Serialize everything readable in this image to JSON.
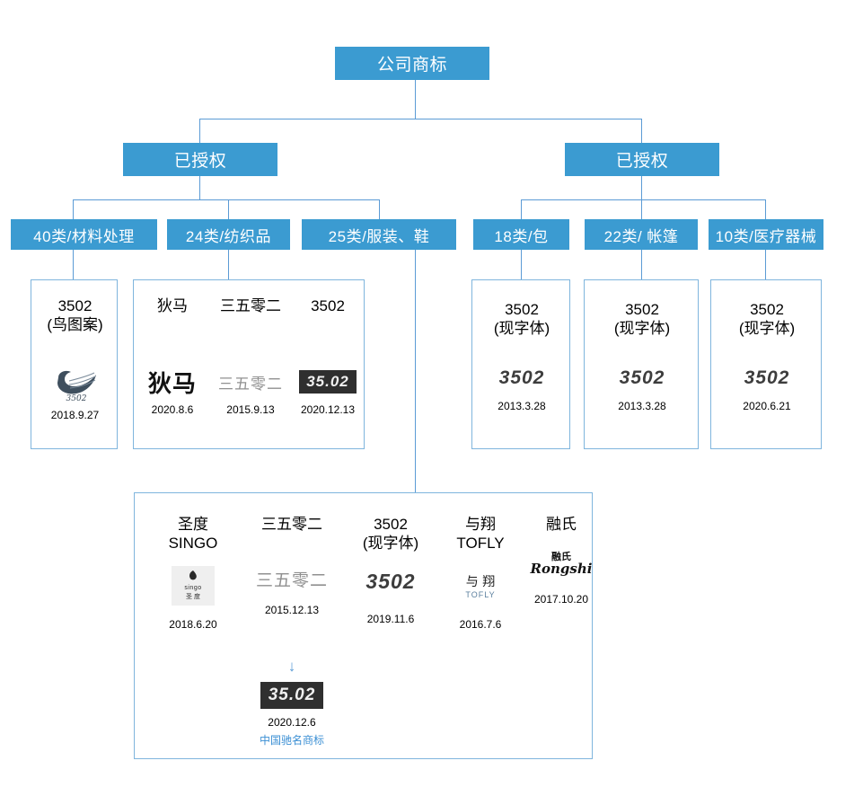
{
  "root": {
    "label": "公司商标"
  },
  "branches": [
    {
      "name": "branch-left",
      "label": "已授权"
    },
    {
      "name": "branch-right",
      "label": "已授权"
    }
  ],
  "classes": [
    {
      "key": "c40",
      "label": "40类/材料处理"
    },
    {
      "key": "c24",
      "label": "24类/纺织品"
    },
    {
      "key": "c25",
      "label": "25类/服装、鞋"
    },
    {
      "key": "c18",
      "label": "18类/包"
    },
    {
      "key": "c22",
      "label": "22类/ 帐篷"
    },
    {
      "key": "c10",
      "label": "10类/医疗器械"
    }
  ],
  "cards": {
    "card40": {
      "marks": [
        {
          "title": "3502\n(鸟图案)",
          "logo": "bird-feather-3502-logo",
          "date": "2018.9.27"
        }
      ]
    },
    "card24": {
      "marks": [
        {
          "title": "狄马",
          "logo": "dima-cjk-logo",
          "date": "2020.8.6"
        },
        {
          "title": "三五零二",
          "logo": "sanwulinger-logo",
          "date": "2015.9.13"
        },
        {
          "title": "3502",
          "logo": "3502-badge-logo",
          "date": "2020.12.13",
          "badge_text": "35.02"
        }
      ]
    },
    "card18": {
      "marks": [
        {
          "title": "3502\n(现字体)",
          "logo": "3502-wordmark-logo",
          "date": "2013.3.28"
        }
      ]
    },
    "card22": {
      "marks": [
        {
          "title": "3502\n(现字体)",
          "logo": "3502-wordmark-logo",
          "date": "2013.3.28"
        }
      ]
    },
    "card10": {
      "marks": [
        {
          "title": "3502\n(现字体)",
          "logo": "3502-wordmark-logo",
          "date": "2020.6.21"
        }
      ]
    },
    "card25": {
      "marks": [
        {
          "title": "圣度\nSINGO",
          "logo": "singo-logo",
          "date": "2018.6.20"
        },
        {
          "title": "三五零二",
          "logo": "sanwulinger-logo",
          "date": "2015.12.13"
        },
        {
          "title": "3502\n(现字体)",
          "logo": "3502-wordmark-logo",
          "date": "2019.11.6"
        },
        {
          "title": "与翔\nTOFLY",
          "logo": "tofly-logo",
          "date": "2016.7.6",
          "cjk": "与 翔",
          "rom": "TOFLY"
        },
        {
          "title": "融氏",
          "logo": "rongshi-logo",
          "date": "2017.10.20",
          "cjk": "融氏",
          "rom": "Rongshi"
        }
      ],
      "successor": {
        "arrow": "↓",
        "logo": "3502-badge-logo",
        "badge_text": "35.02",
        "date": "2020.12.6",
        "famous_label": "中国驰名商标"
      }
    }
  },
  "logo_text": {
    "bird_mark": "3502",
    "wordmark_3502": "3502",
    "dima": "狄马",
    "sanwulinger": "三五零二",
    "singo_rom": "singo",
    "singo_cjk": "圣  度"
  },
  "colors": {
    "brand_blue": "#3b9bd1",
    "line_blue": "#5b9bd5",
    "card_border": "#7fb5dd",
    "famous_text": "#3b8fd4"
  }
}
